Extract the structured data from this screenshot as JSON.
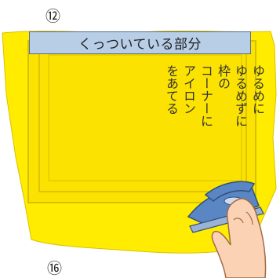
{
  "step_number_top": "⑫",
  "step_number_bottom": "⑯",
  "attached_label": "くっついている部分",
  "vertical_text": {
    "col_1": "ゆるめに",
    "col_2": "ゆるめずに",
    "col_3": "枠の",
    "col_4": "コーナーに",
    "col_5": "アイロン",
    "col_6": "をあてる",
    "col_7": ""
  },
  "colors": {
    "cloth": "#ffec00",
    "frame": "#f5d800",
    "label_fill": "#b8cde6",
    "iron_blue": "#5b86c4",
    "skin": "#fbd3b4"
  },
  "icons": [
    "iron-icon",
    "hand-icon"
  ]
}
